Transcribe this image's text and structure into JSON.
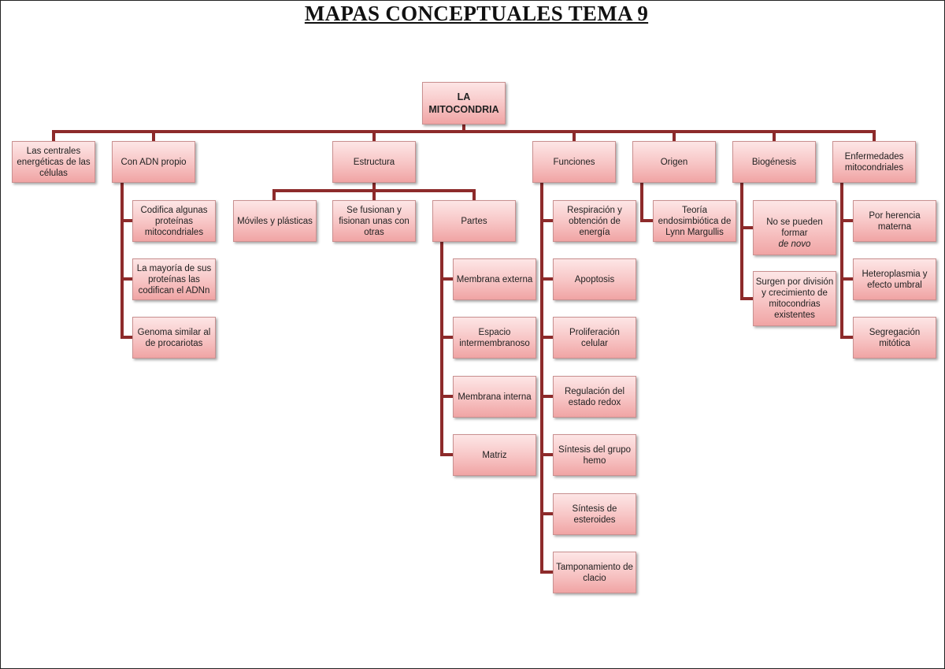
{
  "title": "MAPAS CONCEPTUALES TEMA 9",
  "root": "LA MITOCONDRIA",
  "colors": {
    "line": "#8d2b2b",
    "box_top": "#fde6e6",
    "box_bottom": "#f0a4a4"
  },
  "level1": {
    "centrales": "Las centrales energéticas de las células",
    "adn": "Con ADN propio",
    "estructura": "Estructura",
    "funciones": "Funciones",
    "origen": "Origen",
    "biogenesis": "Biogénesis",
    "enfermedades": "Enfermedades mitocondriales"
  },
  "adn_children": [
    "Codifica algunas proteínas mitocondriales",
    "La mayoría de sus proteínas las codifican el ADNn",
    "Genoma similar al de procariotas"
  ],
  "estructura_children": [
    "Móviles y plásticas",
    "Se fusionan y fisionan unas con otras",
    "Partes"
  ],
  "partes_children": [
    "Membrana externa",
    "Espacio intermembranoso",
    "Membrana interna",
    "Matriz"
  ],
  "funciones_children": [
    "Respiración y obtención de energía",
    "Apoptosis",
    "Proliferación celular",
    "Regulación del estado redox",
    "Síntesis del grupo hemo",
    "Síntesis de esteroides",
    "Tamponamiento de clacio"
  ],
  "origen_children": [
    "Teoría endosimbiótica de Lynn Margullis"
  ],
  "biogenesis_children": {
    "first_text": "No se pueden formar",
    "first_italic": "de novo",
    "second": "Surgen por división y crecimiento de mitocondrias existentes"
  },
  "enfermedades_children": [
    "Por herencia materna",
    "Heteroplasmia y efecto umbral",
    "Segregación mitótica"
  ]
}
